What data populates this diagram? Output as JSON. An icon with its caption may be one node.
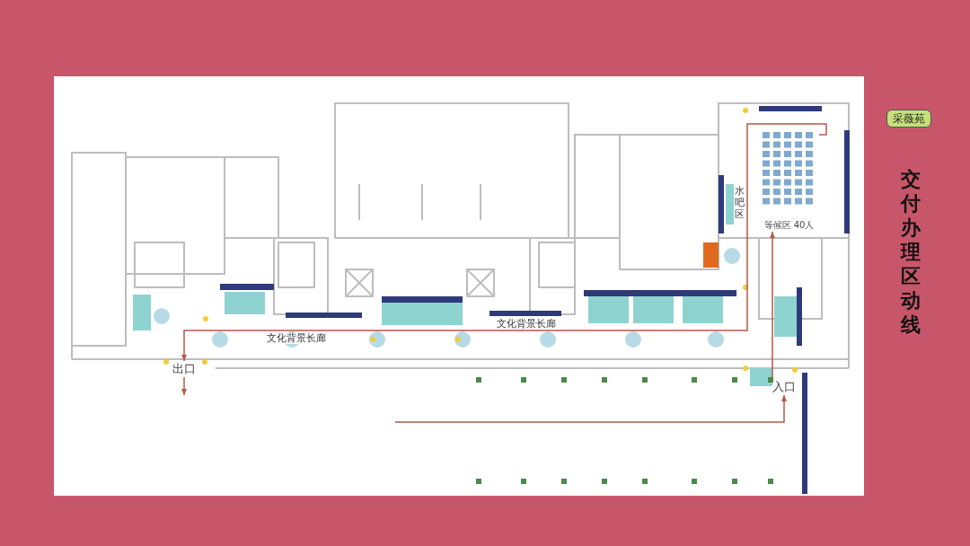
{
  "diagram": {
    "title": "交付办理区动线",
    "nodes": [
      {
        "text": [
          "等候区 40人"
        ]
      },
      {
        "text": [
          "入口"
        ]
      },
      {
        "text": [
          "出口"
        ]
      }
    ],
    "edges": [
      {
        "from": null,
        "to": 1,
        "arrow": "to"
      },
      {
        "from": 1,
        "to": 0,
        "arrow": "to"
      },
      {
        "from": 0,
        "to": 2,
        "arrow": "to"
      },
      {
        "from": 2,
        "to": null,
        "arrow": "to"
      }
    ],
    "labels": [
      "采薇苑",
      "水吧区",
      "文化背景长廊",
      "文化背景长廊"
    ]
  }
}
